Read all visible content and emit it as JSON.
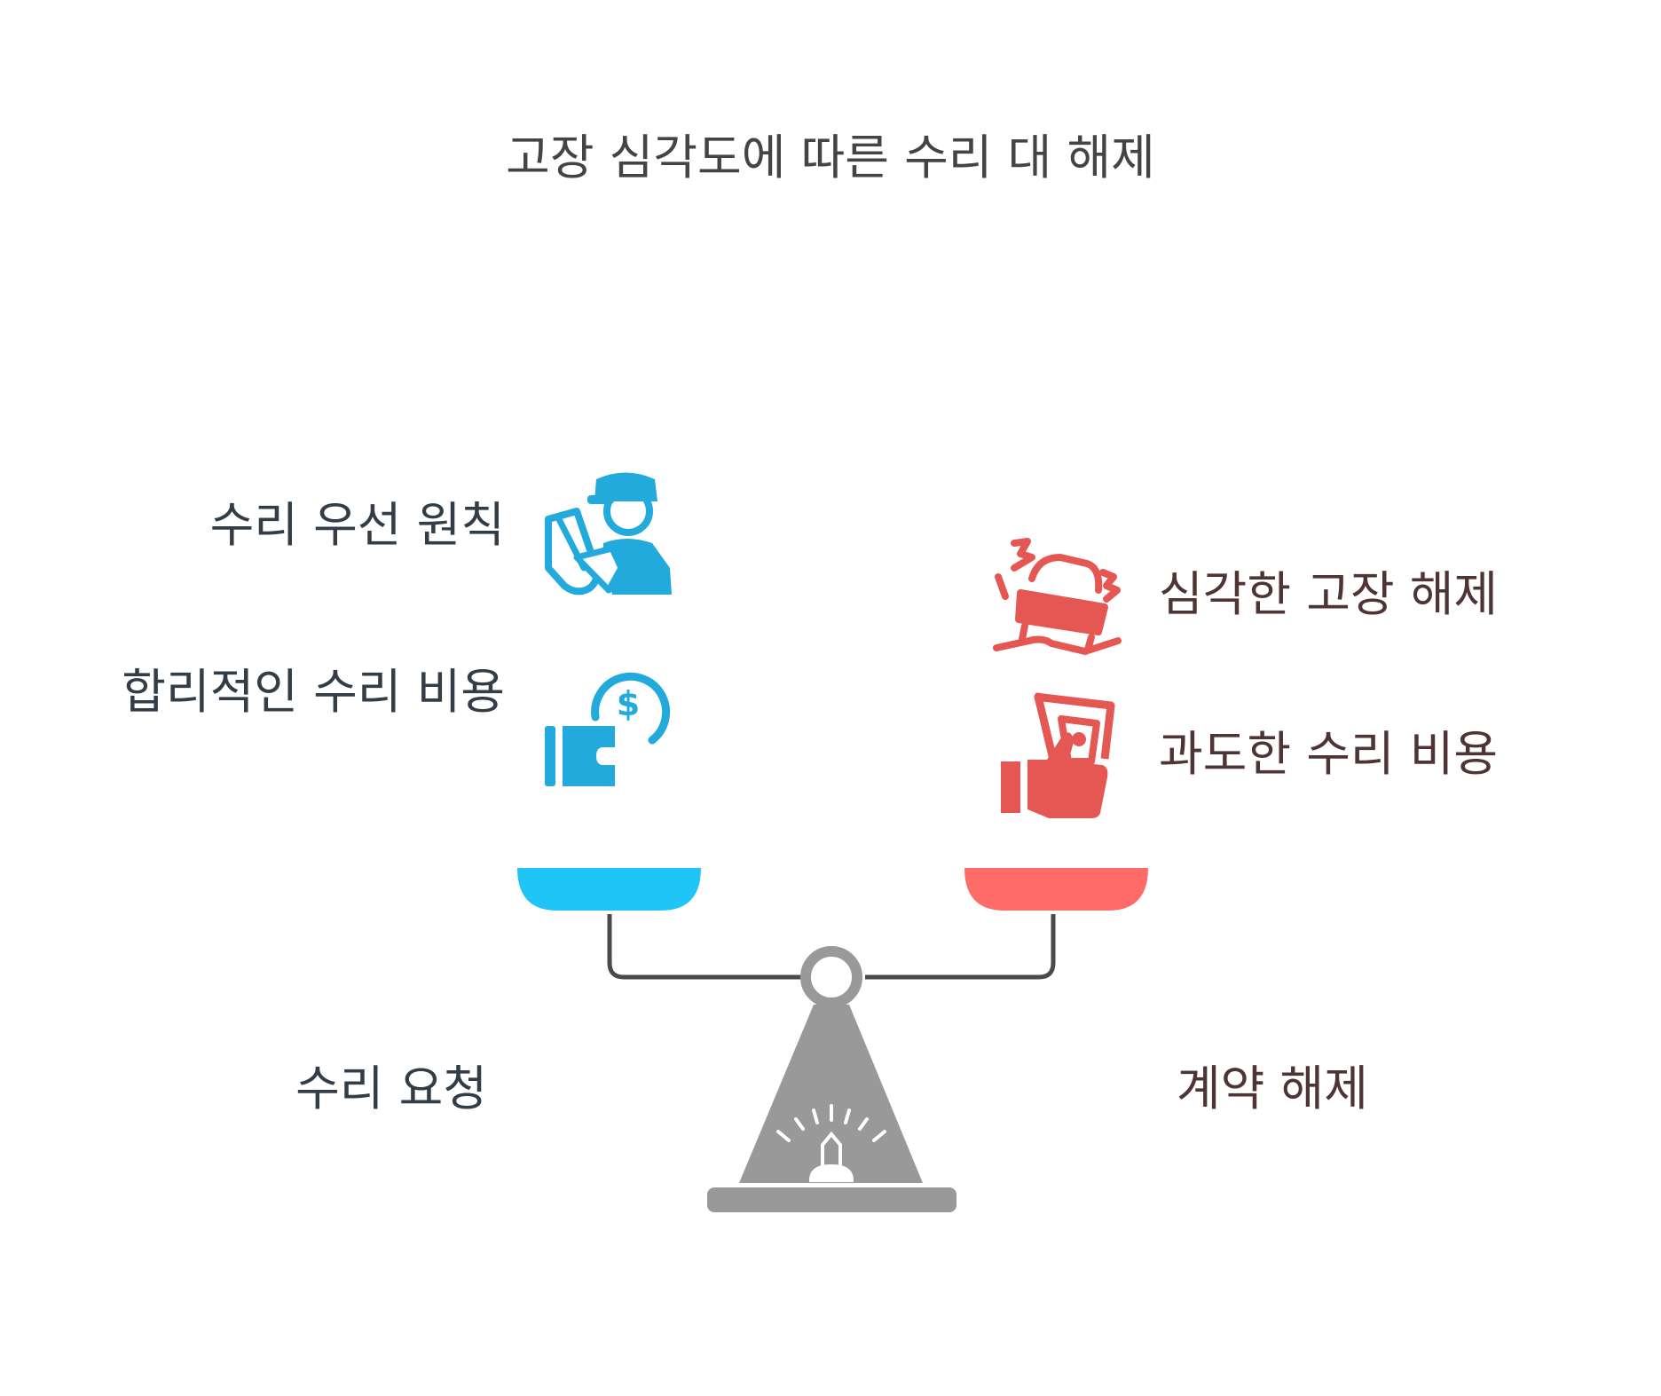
{
  "title": "고장 심각도에 따른 수리 대 해제",
  "left": {
    "items": [
      {
        "label": "수리 우선 원칙",
        "icon": "mechanic-icon"
      },
      {
        "label": "합리적인 수리 비용",
        "icon": "wallet-coin-icon"
      }
    ],
    "pan_label": "수리 요청",
    "color": "#1FC5F6",
    "icon_color": "#22AADD"
  },
  "right": {
    "items": [
      {
        "label": "심각한 고장 해제",
        "icon": "car-crash-icon"
      },
      {
        "label": "과도한 수리 비용",
        "icon": "hand-money-icon"
      }
    ],
    "pan_label": "계약 해제",
    "color": "#FF6B68",
    "icon_color": "#E55752"
  },
  "scale_color": "#999999"
}
